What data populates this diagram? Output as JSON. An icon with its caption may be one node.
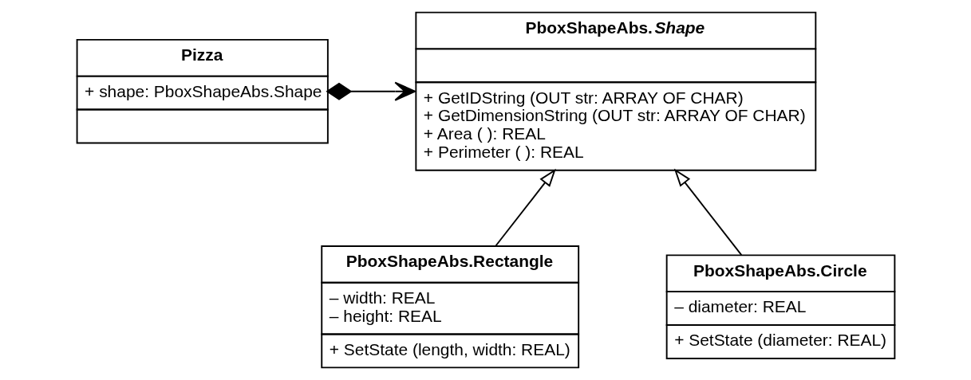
{
  "diagram": {
    "nodes": [
      {
        "text": [
          "Pizza",
          "+ shape: PboxShapeAbs.Shape"
        ]
      },
      {
        "text": [
          "PboxShapeAbs.*Shape*",
          "+ GetIDString (OUT str: ARRAY OF CHAR)",
          "+ GetDimensionString (OUT str: ARRAY OF CHAR)",
          "+ Area ( ): REAL",
          "+ Perimeter ( ): REAL"
        ]
      },
      {
        "text": [
          "PboxShapeAbs.Rectangle",
          "– width: REAL",
          "– height: REAL",
          "+ SetState (length, width: REAL)"
        ]
      },
      {
        "text": [
          "PboxShapeAbs.Circle",
          "– diameter: REAL",
          "+ SetState (diameter: REAL)"
        ]
      }
    ],
    "edges": [
      {
        "from": 0,
        "to": 1,
        "arrow": "to"
      },
      {
        "from": 2,
        "to": 1,
        "arrow": "to"
      },
      {
        "from": 3,
        "to": 1,
        "arrow": "to"
      }
    ]
  }
}
